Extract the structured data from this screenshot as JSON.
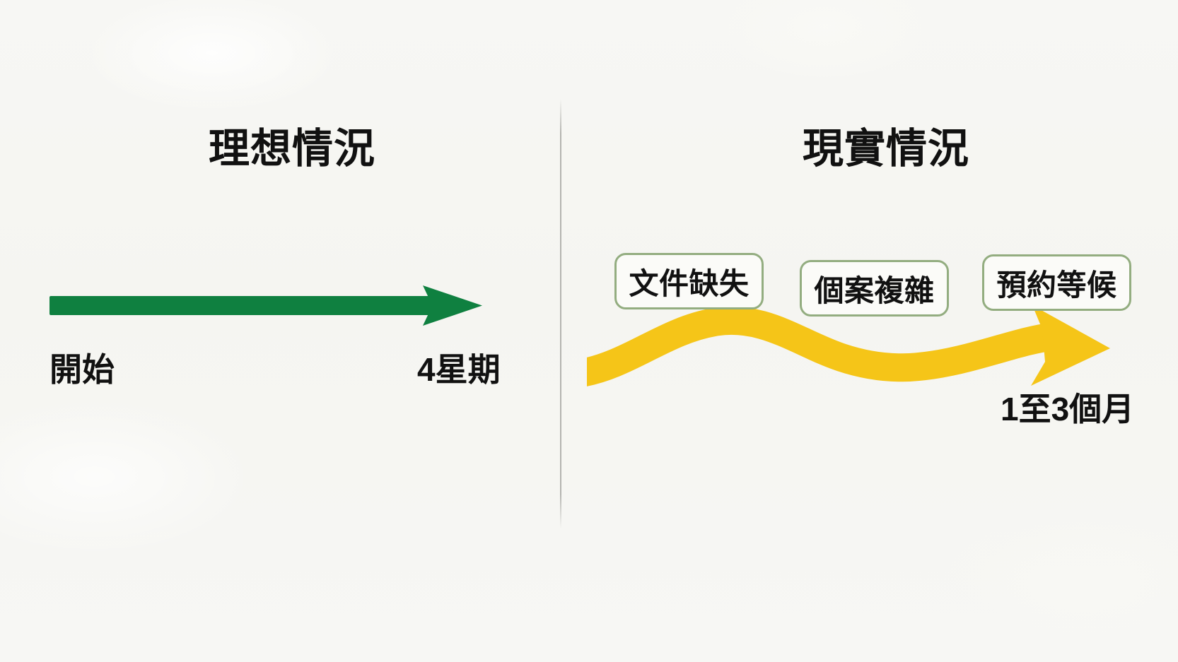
{
  "colors": {
    "background": "#f6f6f3",
    "ideal_arrow": "#0f8040",
    "reality_arrow": "#f5c518",
    "chip_border": "#93ad80",
    "text": "#111111",
    "divider": "#b0b0ac"
  },
  "panels": {
    "ideal": {
      "title": "理想情況",
      "arrow_icon": "straight-right-arrow-icon",
      "start_label": "開始",
      "end_label": "4星期"
    },
    "reality": {
      "title": "現實情況",
      "arrow_icon": "wavy-right-arrow-icon",
      "end_label": "1至3個月",
      "obstacles": [
        {
          "label": "文件缺失"
        },
        {
          "label": "個案複雜"
        },
        {
          "label": "預約等候"
        }
      ]
    }
  }
}
